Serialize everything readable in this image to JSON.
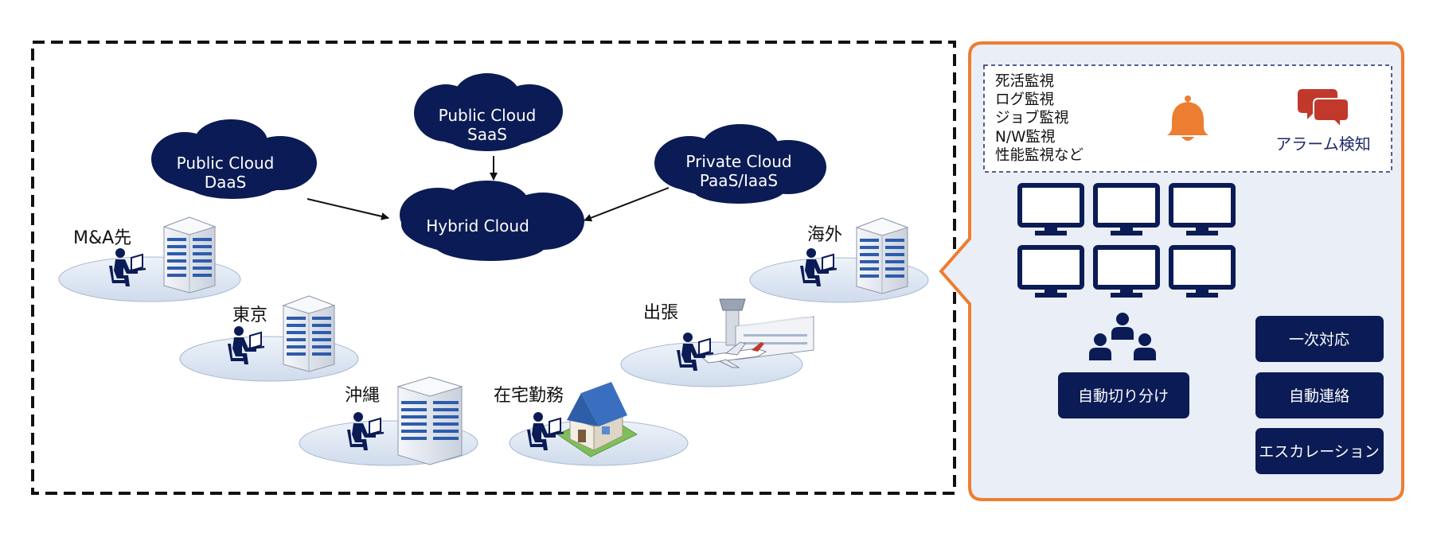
{
  "colors": {
    "navy": "#0b1b55",
    "accent_orange": "#ed7d31",
    "panel_bg": "#e9eef7",
    "platform": "#dbe5f1",
    "alarm_red": "#c0392b"
  },
  "clouds": {
    "saas": {
      "line1": "Public Cloud",
      "line2": "SaaS"
    },
    "daas": {
      "line1": "Public Cloud",
      "line2": "DaaS"
    },
    "private": {
      "line1": "Private Cloud",
      "line2": "PaaS/IaaS"
    },
    "hybrid": {
      "label": "Hybrid Cloud"
    }
  },
  "sites": {
    "ma": "M&A先",
    "tokyo": "東京",
    "okinawa": "沖縄",
    "remote": "在宅勤務",
    "overseas": "海外",
    "business_trip": "出張"
  },
  "monitoring": {
    "items": [
      "死活監視",
      "ログ監視",
      "ジョブ監視",
      "N/W監視",
      "性能監視など"
    ],
    "alarm_label": "アラーム検知"
  },
  "actions": {
    "auto_isolation": "自動切り分け",
    "first_response": "一次対応",
    "auto_contact": "自動連絡",
    "escalation": "エスカレーション"
  },
  "icons": [
    "cloud-icon",
    "office-building-icon",
    "user-at-laptop-icon",
    "house-icon",
    "airport-icon",
    "bell-icon",
    "chat-bubbles-icon",
    "monitor-icon",
    "team-icon"
  ]
}
